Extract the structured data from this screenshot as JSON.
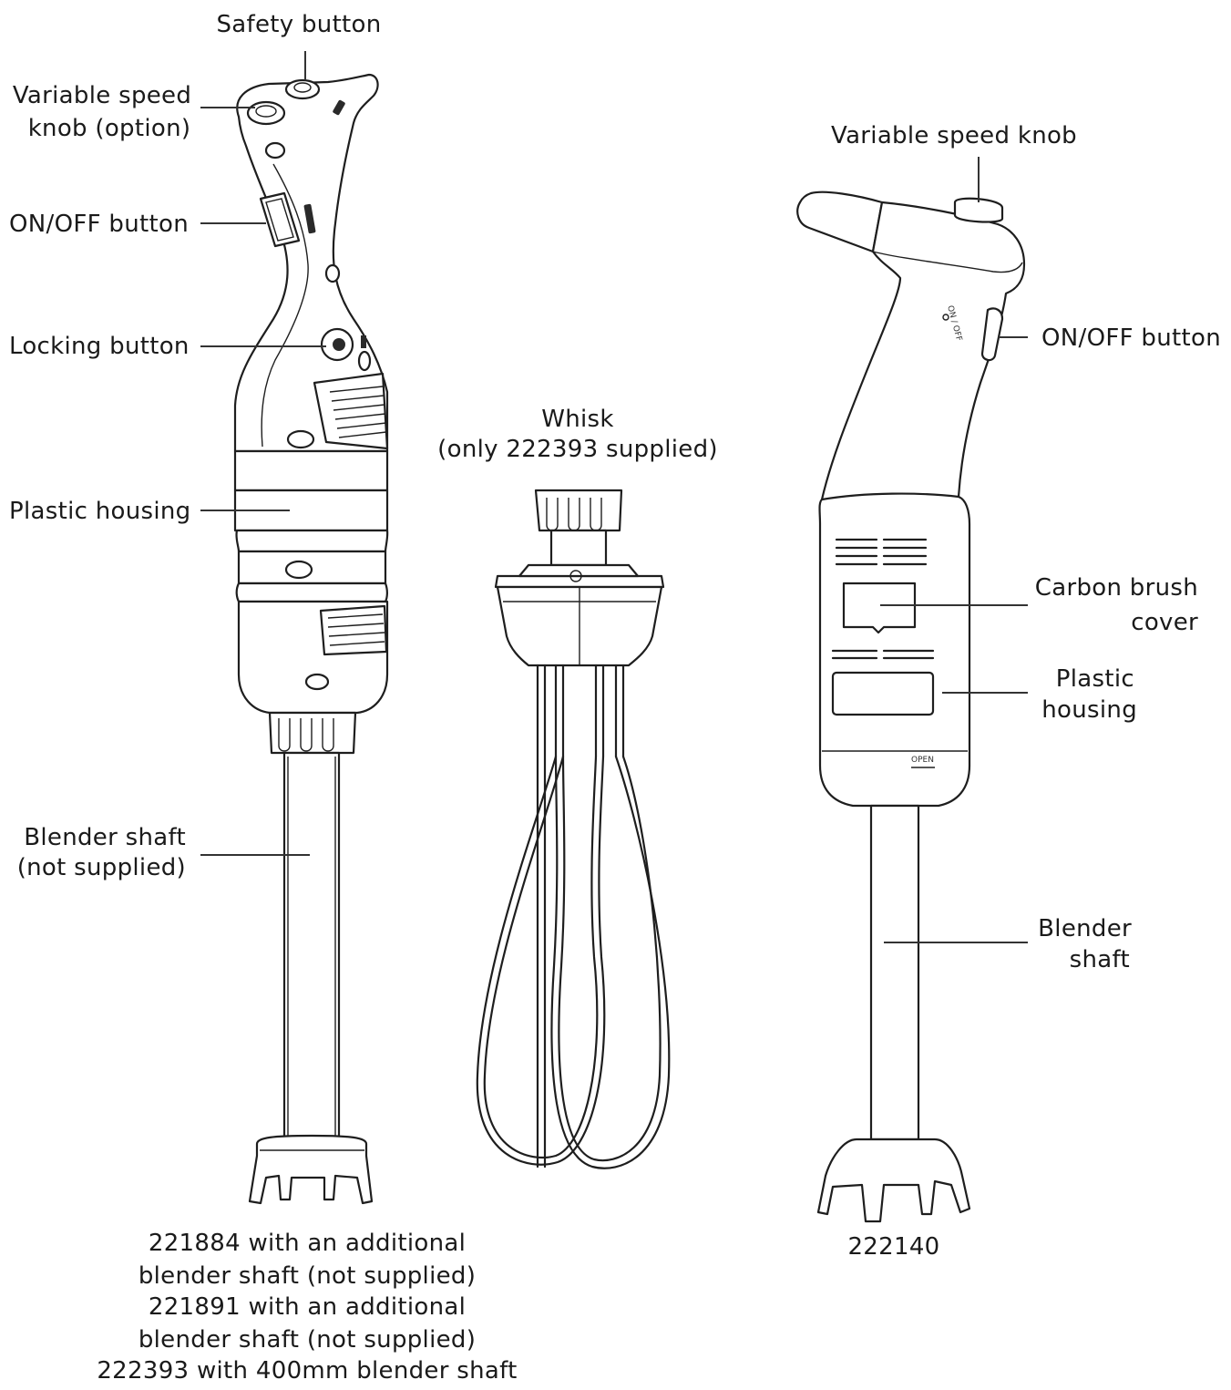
{
  "colors": {
    "line": "#1e1e1e",
    "label": "#1a1a1a",
    "background": "#ffffff"
  },
  "left_blender": {
    "safety_button": "Safety button",
    "variable_speed_knob": [
      "Variable speed",
      "knob (option)"
    ],
    "on_off_button": "ON/OFF button",
    "locking_button": "Locking button",
    "plastic_housing": "Plastic housing",
    "blender_shaft": [
      "Blender shaft",
      "(not supplied)"
    ],
    "models": [
      "221884 with an additional",
      "blender shaft (not supplied)",
      "221891 with an additional",
      "blender shaft (not supplied)",
      "222393 with 400mm blender shaft"
    ]
  },
  "whisk": {
    "label": [
      "Whisk",
      "(only 222393 supplied)"
    ]
  },
  "right_blender": {
    "variable_speed_knob": "Variable speed knob",
    "on_off_button": "ON/OFF button",
    "carbon_brush_cover": [
      "Carbon brush",
      "cover"
    ],
    "plastic_housing": [
      "Plastic",
      "housing"
    ],
    "blender_shaft": [
      "Blender",
      "shaft"
    ],
    "model": "222140",
    "handle_marking": "ON / OFF",
    "housing_marking": "OPEN"
  }
}
